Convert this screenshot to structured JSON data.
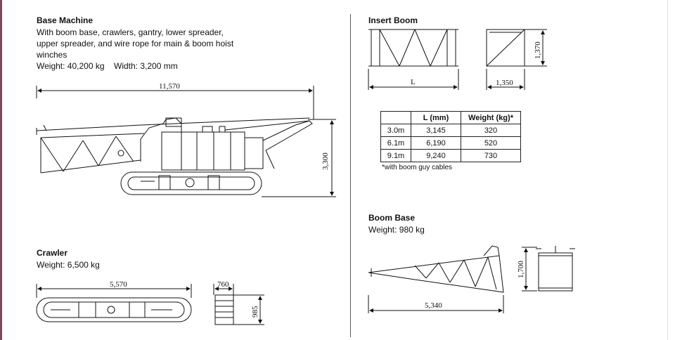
{
  "base_machine": {
    "title": "Base Machine",
    "desc_1": "With boom base, crawlers, gantry, lower spreader,",
    "desc_2": "upper spreader, and wire rope for main & boom hoist",
    "desc_3": "winches",
    "weight": "Weight: 40,200 kg",
    "width": "Width: 3,200 mm",
    "dim_length": "11,570",
    "dim_height": "3,300"
  },
  "crawler": {
    "title": "Crawler",
    "weight": "Weight: 6,500 kg",
    "dim_length": "5,570",
    "dim_width": "760",
    "dim_height": "985"
  },
  "insert_boom": {
    "title": "Insert Boom",
    "dim_length": "L",
    "dim_width": "1,350",
    "dim_height": "1,370",
    "table": {
      "headers": [
        "",
        "L (mm)",
        "Weight (kg)*"
      ],
      "rows": [
        [
          "3.0m",
          "3,145",
          "320"
        ],
        [
          "6.1m",
          "6,190",
          "520"
        ],
        [
          "9.1m",
          "9,240",
          "730"
        ]
      ]
    },
    "footnote": "*with boom guy cables"
  },
  "boom_base": {
    "title": "Boom Base",
    "weight": "Weight: 980 kg",
    "dim_length": "5,340",
    "dim_height": "1,700"
  }
}
